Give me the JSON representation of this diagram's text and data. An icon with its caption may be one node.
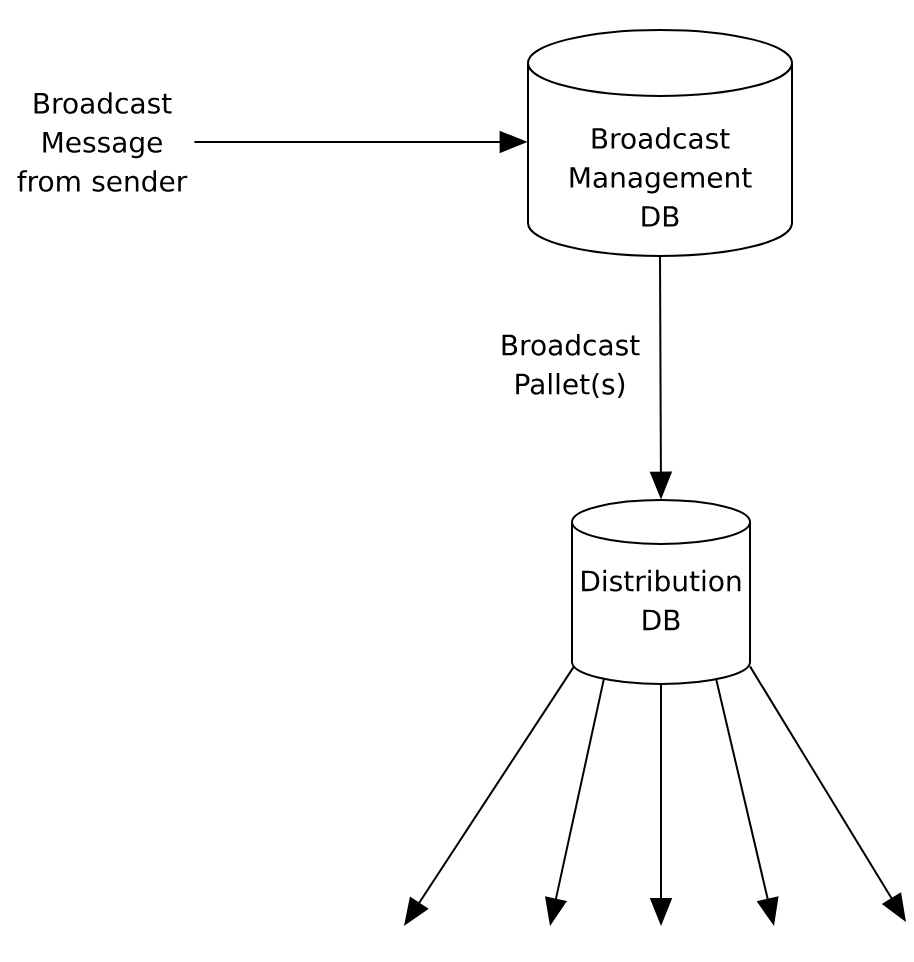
{
  "diagram": {
    "nodes": [
      {
        "text": [
          "Broadcast Message from sender"
        ]
      },
      {
        "text": [
          "Broadcast Management DB"
        ]
      },
      {
        "text": [
          "Distribution DB"
        ]
      }
    ],
    "edges": [
      {
        "from": 0,
        "to": 1,
        "arrow": "to"
      },
      {
        "from": 1,
        "to": 2,
        "arrow": "to",
        "label": "Broadcast Pallet(s)"
      },
      {
        "from": 2,
        "to": null,
        "arrow": "to"
      },
      {
        "from": 2,
        "to": null,
        "arrow": "to"
      },
      {
        "from": 2,
        "to": null,
        "arrow": "to"
      },
      {
        "from": 2,
        "to": null,
        "arrow": "to"
      },
      {
        "from": 2,
        "to": null,
        "arrow": "to"
      }
    ]
  }
}
